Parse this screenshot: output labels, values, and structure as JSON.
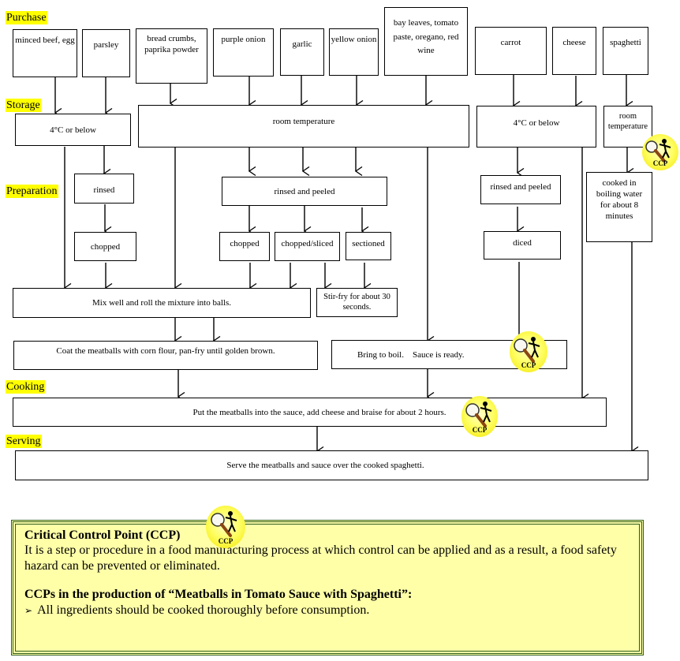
{
  "stages": {
    "purchase": "Purchase",
    "storage": "Storage",
    "preparation": "Preparation",
    "cooking": "Cooking",
    "serving": "Serving"
  },
  "purchase": {
    "minced_beef": "minced beef, egg",
    "parsley": "parsley",
    "bread": "bread crumbs, paprika powder",
    "purple_onion": "purple onion",
    "garlic": "garlic",
    "yellow_onion": "yellow onion",
    "bay": "bay leaves, tomato paste, oregano, red wine",
    "carrot": "carrot",
    "cheese": "cheese",
    "spaghetti": "spaghetti"
  },
  "storage": {
    "cold_left": "4°C or below",
    "room_mid": "room temperature",
    "cold_right": "4°C or below",
    "room_right": "room temperature"
  },
  "preparation": {
    "rinsed": "rinsed",
    "chopped_left": "chopped",
    "rinsed_peeled_mid": "rinsed and peeled",
    "chopped_mid": "chopped",
    "chopped_sliced": "chopped/sliced",
    "sectioned": "sectioned",
    "rinsed_peeled_right": "rinsed and peeled",
    "diced": "diced",
    "cooked_spaghetti": "cooked in boiling water for about 8 minutes"
  },
  "process": {
    "mix": "Mix well and roll the mixture into balls.",
    "stir_fry": "Stir-fry for about 30 seconds.",
    "coat": "Coat the meatballs with corn flour, pan-fry until golden brown.",
    "boil": "Bring to boil.    Sauce is ready.",
    "braise": "Put the meatballs into the sauce, add cheese and braise for about 2 hours.",
    "serve": "Serve the meatballs and sauce over the cooked spaghetti."
  },
  "ccp_badge": "CCP",
  "note": {
    "title": "Critical Control Point (CCP)",
    "definition": "It is a step or procedure in a food manufacturing process at which control can be applied and as a result, a food safety hazard can be prevented or eliminated.",
    "subtitle": "CCPs in the production of “Meatballs in Tomato Sauce with Spaghetti”:",
    "bullet_marker": "➢",
    "bullets": [
      "All ingredients should be cooked thoroughly before consumption."
    ]
  }
}
